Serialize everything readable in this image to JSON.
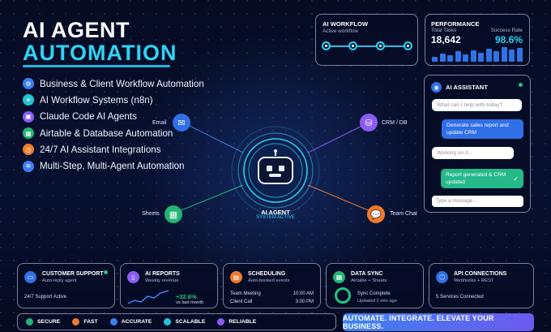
{
  "title": {
    "line1": "AI AGENT",
    "line2": "AUTOMATION"
  },
  "features": [
    {
      "label": "Business & Client Workflow Automation",
      "icon": "gear-icon",
      "color": "#3b7ff0"
    },
    {
      "label": "AI Workflow Systems (n8n)",
      "icon": "workflow-icon",
      "color": "#24c2d8"
    },
    {
      "label": "Claude Code AI Agents",
      "icon": "chip-icon",
      "color": "#8b5cf6"
    },
    {
      "label": "Airtable & Database Automation",
      "icon": "table-icon",
      "color": "#22b573"
    },
    {
      "label": "24/7 AI Assistant Integrations",
      "icon": "clock-icon",
      "color": "#f07a2c"
    },
    {
      "label": "Multi-Step, Multi-Agent Automation",
      "icon": "layers-icon",
      "color": "#3b7ff0"
    }
  ],
  "workflow": {
    "title": "AI WORKFLOW",
    "subtitle": "Active workflow"
  },
  "performance": {
    "title": "PERFORMANCE",
    "tasks_label": "Total Tasks",
    "tasks_value": "18,642",
    "rate_label": "Success Rate",
    "rate_value": "98.6%",
    "bars": [
      0.35,
      0.55,
      0.45,
      0.7,
      0.5,
      0.8,
      0.6,
      0.9,
      0.7,
      1.0,
      0.85,
      0.95
    ]
  },
  "assistant": {
    "title": "AI ASSISTANT",
    "msg1": "What can I help with today?",
    "msg2": "Generate sales report and update CRM",
    "msg3": "Working on it...",
    "msg4": "Report generated & CRM updated",
    "input_placeholder": "Type a message..."
  },
  "nodes": {
    "email": "Email",
    "crm": "CRM / DB",
    "sheets": "Sheets",
    "chat": "Team Chat"
  },
  "agent": {
    "name": "AI AGENT",
    "status": "SYSTEM ACTIVE"
  },
  "cards": {
    "support": {
      "title": "CUSTOMER SUPPORT",
      "sub": "Auto-reply agent",
      "detail": "24/7 Support Active"
    },
    "reports": {
      "title": "AI REPORTS",
      "sub": "Weekly revenue",
      "change": "+32.6%",
      "change_sub": "vs last month"
    },
    "scheduling": {
      "title": "SCHEDULING",
      "sub": "Auto-booked events",
      "rows": [
        {
          "name": "Team Meeting",
          "time": "10:00 AM"
        },
        {
          "name": "Client Call",
          "time": "3:00 PM"
        }
      ]
    },
    "sync": {
      "title": "DATA SYNC",
      "sub": "Airtable + Sheets",
      "status": "Sync Complete",
      "updated": "Updated 2 min ago"
    },
    "api": {
      "title": "API CONNECTIONS",
      "sub": "Webhooks + REST",
      "detail": "5 Services Connected"
    }
  },
  "badges": [
    {
      "label": "SECURE",
      "color": "#22b573"
    },
    {
      "label": "FAST",
      "color": "#f07a2c"
    },
    {
      "label": "ACCURATE",
      "color": "#3b7ff0"
    },
    {
      "label": "SCALABLE",
      "color": "#24c2d8"
    },
    {
      "label": "RELIABLE",
      "color": "#8b5cf6"
    }
  ],
  "tagline": "AUTOMATE. INTEGRATE. ELEVATE YOUR BUSINESS."
}
